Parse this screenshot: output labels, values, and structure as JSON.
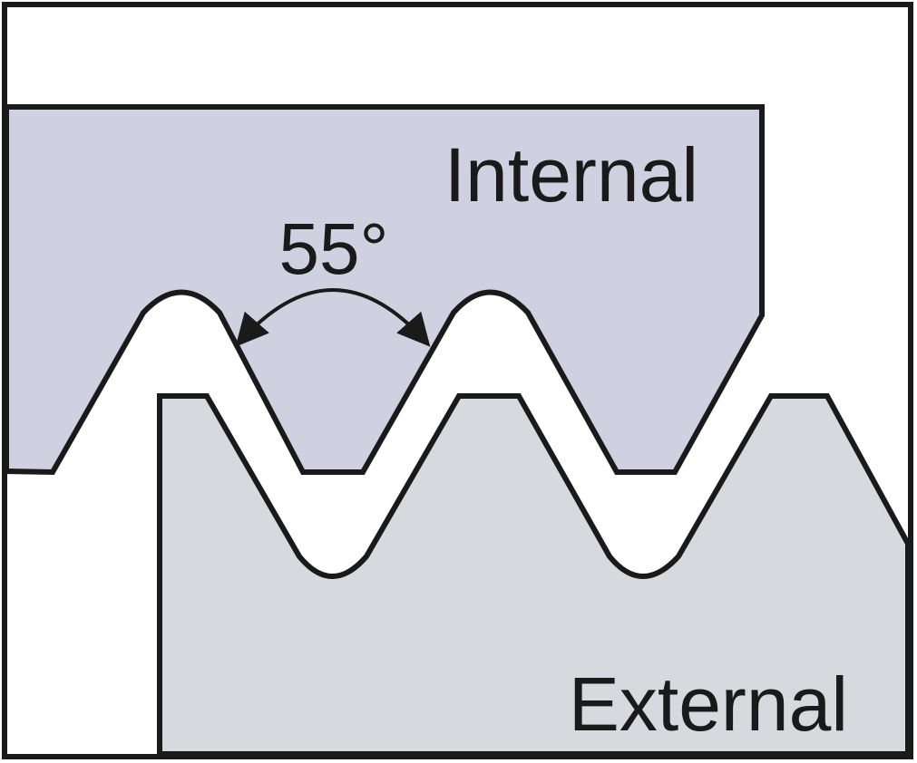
{
  "labels": {
    "internal": "Internal",
    "external": "External",
    "angle": "55°"
  },
  "colors": {
    "internal_fill": "#cfd1e0",
    "external_fill": "#d6dadf",
    "outline": "#1a1a1a",
    "background": "#ffffff"
  }
}
